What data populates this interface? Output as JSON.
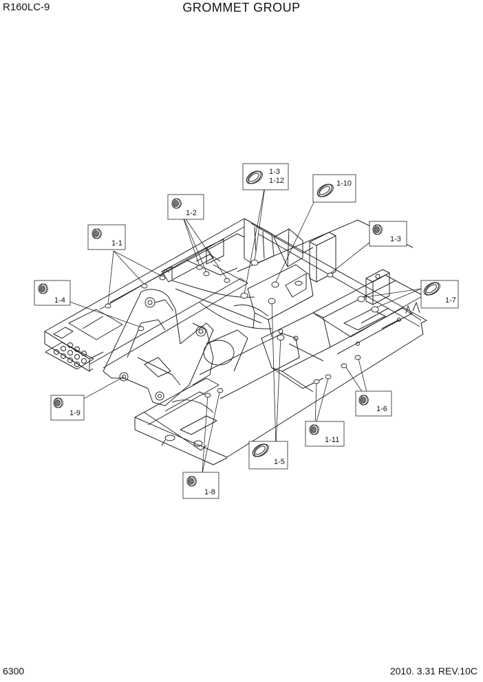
{
  "header": {
    "model": "R160LC-9",
    "title": "GROMMET GROUP"
  },
  "footer": {
    "page": "6300",
    "revision": "2010. 3.31  REV.10C"
  },
  "callouts": [
    {
      "id": "c13",
      "text_a": "1-3",
      "text_b": "1-12",
      "icon": "oval-grommet-icon"
    },
    {
      "id": "c110",
      "text_a": "1-10",
      "text_b": "",
      "icon": "oval-grommet-icon"
    },
    {
      "id": "c12",
      "text_a": "1-2",
      "text_b": "",
      "icon": "round-grommet-icon"
    },
    {
      "id": "c11",
      "text_a": "1-1",
      "text_b": "",
      "icon": "round-grommet-icon"
    },
    {
      "id": "c13b",
      "text_a": "1-3",
      "text_b": "",
      "icon": "round-grommet-icon"
    },
    {
      "id": "c14",
      "text_a": "1-4",
      "text_b": "",
      "icon": "round-grommet-icon"
    },
    {
      "id": "c17",
      "text_a": "1-7",
      "text_b": "",
      "icon": "oval-grommet-icon"
    },
    {
      "id": "c16",
      "text_a": "1-6",
      "text_b": "",
      "icon": "round-grommet-icon"
    },
    {
      "id": "c19",
      "text_a": "1-9",
      "text_b": "",
      "icon": "round-grommet-icon"
    },
    {
      "id": "c111",
      "text_a": "1-11",
      "text_b": "",
      "icon": "round-grommet-icon"
    },
    {
      "id": "c15",
      "text_a": "1-5",
      "text_b": "",
      "icon": "oval-grommet-icon"
    },
    {
      "id": "c18",
      "text_a": "1-8",
      "text_b": "",
      "icon": "round-grommet-icon"
    }
  ]
}
